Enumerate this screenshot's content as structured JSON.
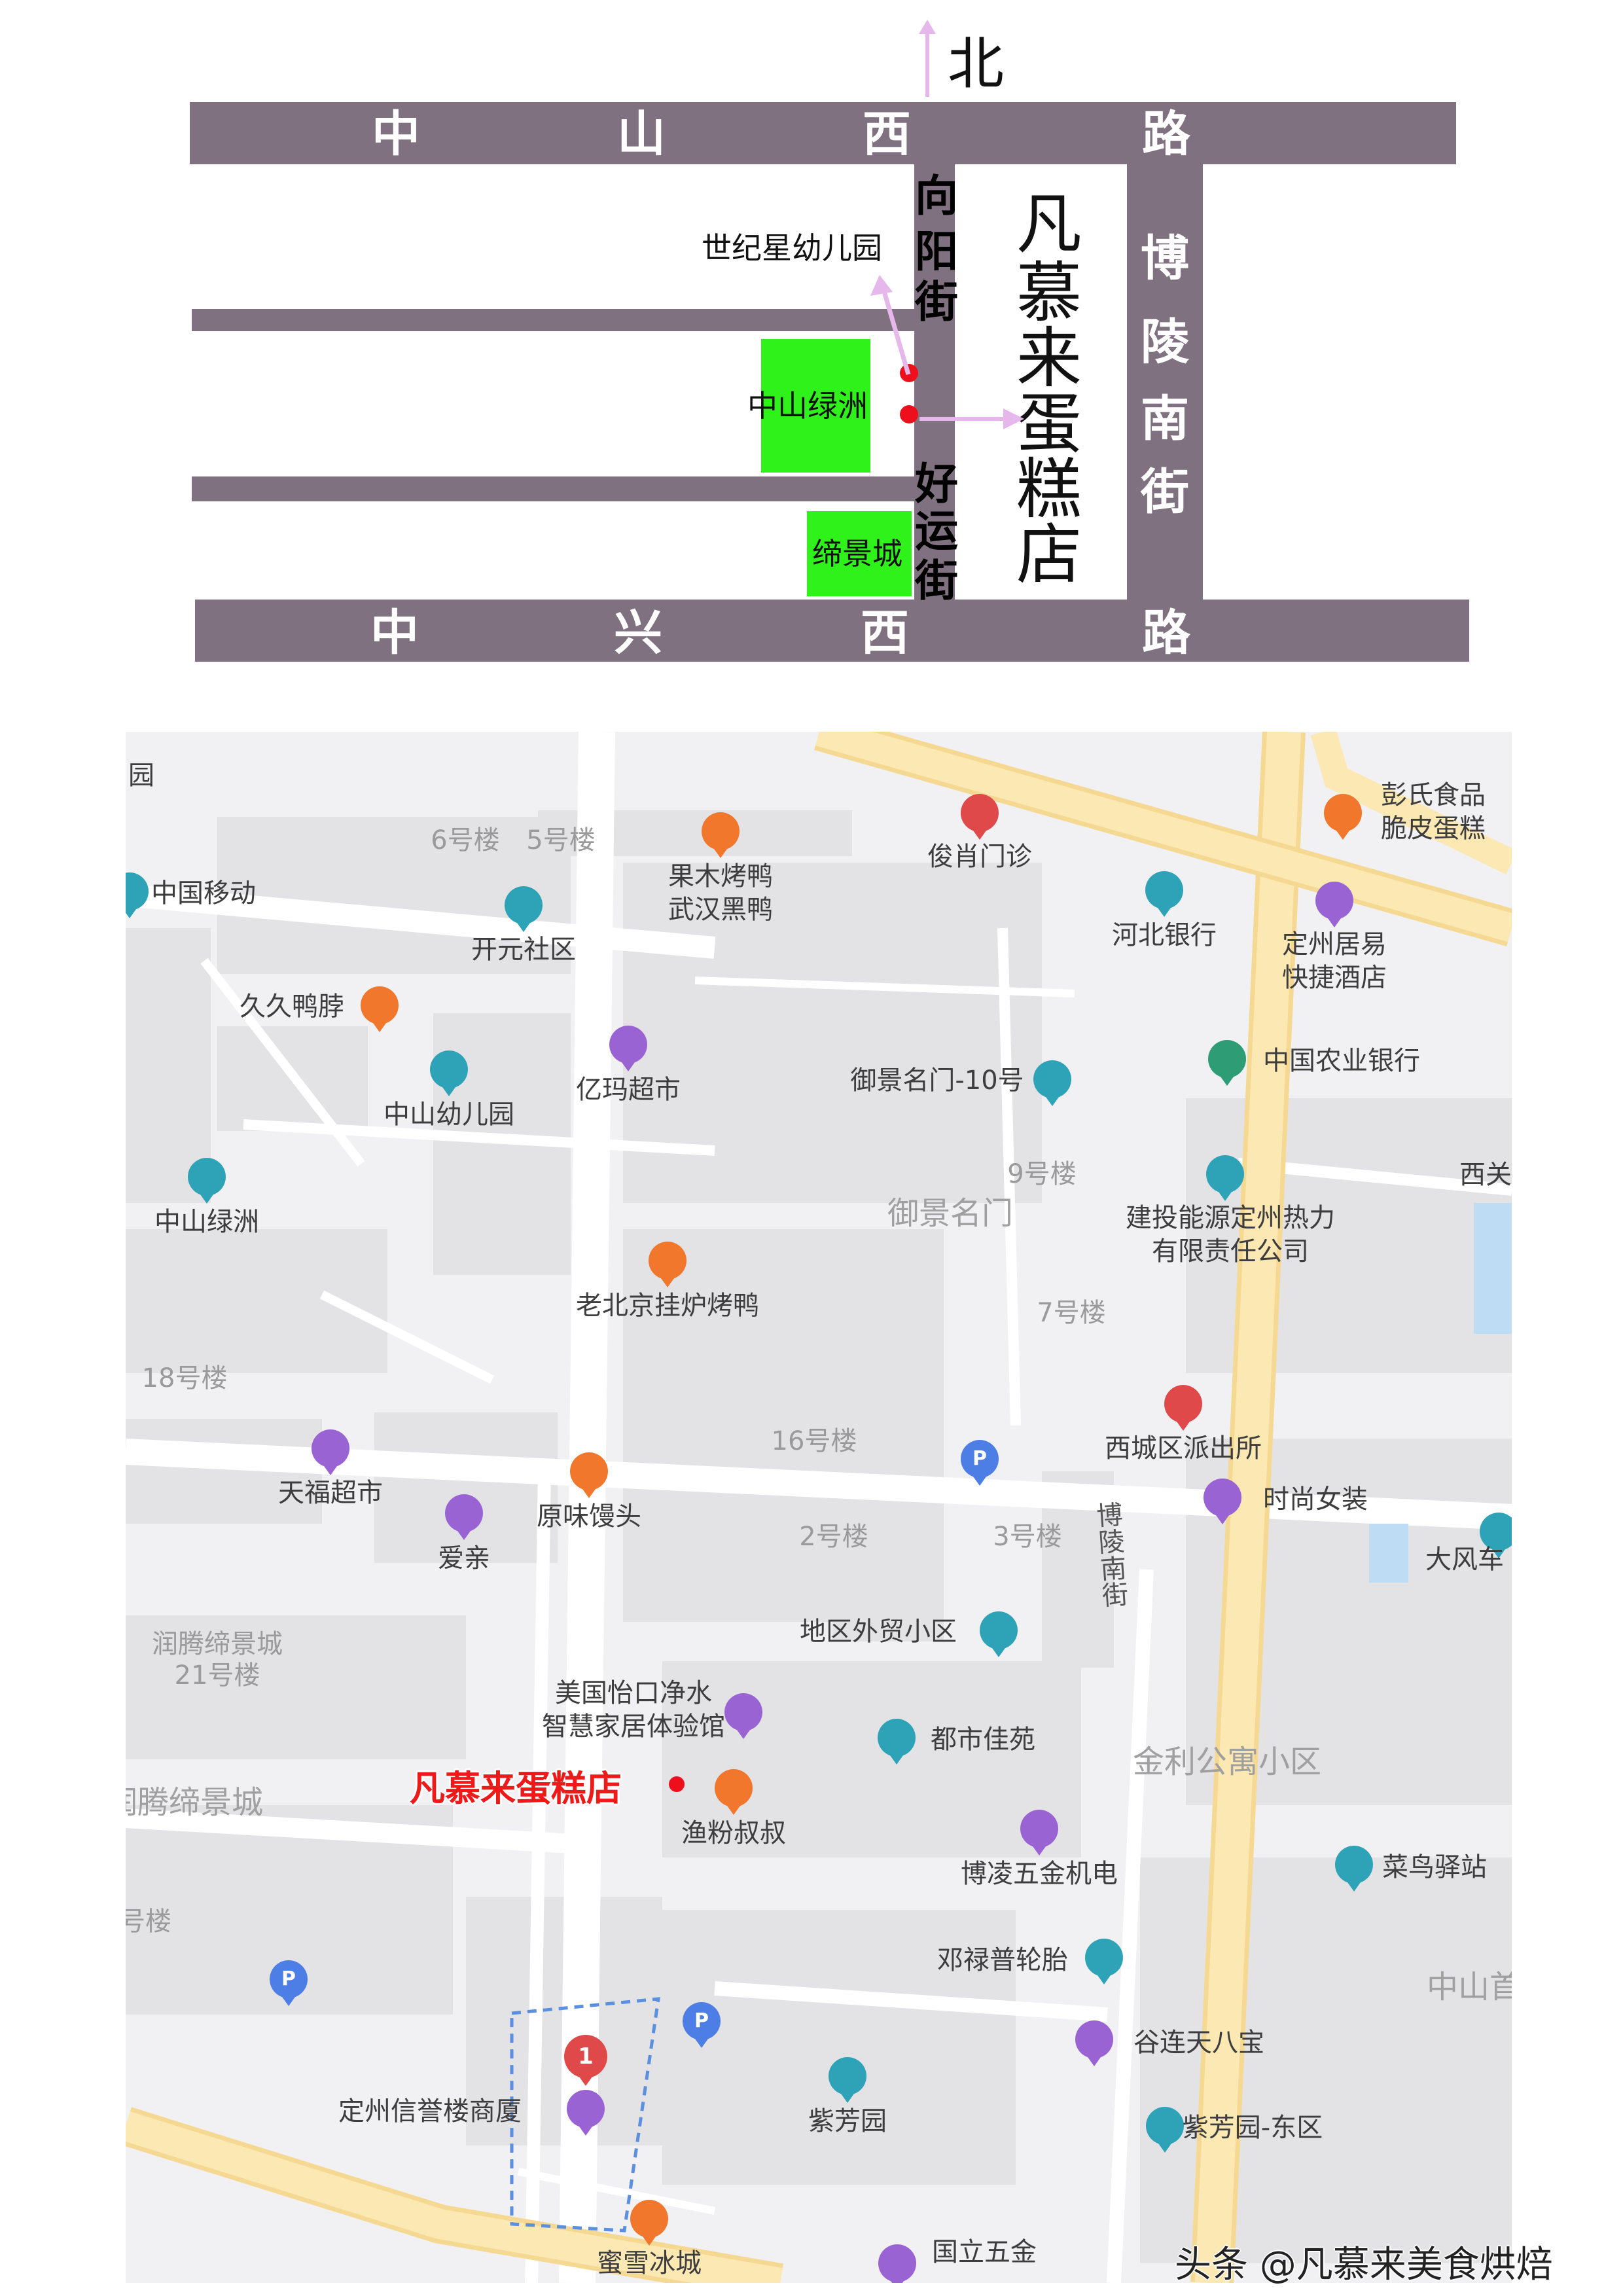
{
  "sketch": {
    "north_label": "北",
    "roads": {
      "zhongshan_west": [
        "中",
        "山",
        "西",
        "路"
      ],
      "zhongxing_west": [
        "中",
        "兴",
        "西",
        "路"
      ],
      "boling_south": [
        "博",
        "陵",
        "南",
        "街"
      ],
      "xiangyang": [
        "向",
        "阳",
        "街"
      ],
      "haoyun": [
        "好",
        "运",
        "街"
      ]
    },
    "shop_name_chars": [
      "凡",
      "慕",
      "来",
      "蛋",
      "糕",
      "店"
    ],
    "kindergarten": "世纪星幼儿园",
    "zhongshan_oasis": "中山绿洲",
    "dijing_city": "缔景城",
    "colors": {
      "road": "#7f717f",
      "green": "#2ef21a",
      "arrow": "#e6b7ea",
      "dot": "#ee0f1c"
    }
  },
  "map": {
    "pois": [
      {
        "name": "园",
        "icon": "none"
      },
      {
        "name": "6号楼",
        "icon": "none"
      },
      {
        "name": "5号楼",
        "icon": "none"
      },
      {
        "name": "果木烤鸭\n武汉黑鸭",
        "icon": "restaurant-icon"
      },
      {
        "name": "俊肖门诊",
        "icon": "clinic-icon"
      },
      {
        "name": "彭氏食品\n脆皮蛋糕",
        "icon": "bakery-icon"
      },
      {
        "name": "中国移动",
        "icon": "building-icon"
      },
      {
        "name": "开元社区",
        "icon": "building-icon"
      },
      {
        "name": "河北银行",
        "icon": "bank-icon"
      },
      {
        "name": "定州居易\n快捷酒店",
        "icon": "hotel-icon"
      },
      {
        "name": "久久鸭脖",
        "icon": "restaurant-icon"
      },
      {
        "name": "中国农业银行",
        "icon": "bank-icon"
      },
      {
        "name": "中山幼儿园",
        "icon": "school-icon"
      },
      {
        "name": "亿玛超市",
        "icon": "shop-icon"
      },
      {
        "name": "御景名门-10号",
        "icon": "building-icon"
      },
      {
        "name": "9号楼",
        "icon": "none"
      },
      {
        "name": "西关",
        "icon": "none"
      },
      {
        "name": "中山绿洲",
        "icon": "building-icon"
      },
      {
        "name": "御景名门",
        "icon": "none"
      },
      {
        "name": "建投能源定州热力\n有限责任公司",
        "icon": "company-icon"
      },
      {
        "name": "老北京挂炉烤鸭",
        "icon": "restaurant-icon"
      },
      {
        "name": "7号楼",
        "icon": "none"
      },
      {
        "name": "18号楼",
        "icon": "none"
      },
      {
        "name": "16号楼",
        "icon": "none"
      },
      {
        "name": "西城区派出所",
        "icon": "police-icon"
      },
      {
        "name": "天福超市",
        "icon": "shop-icon"
      },
      {
        "name": "原味馒头",
        "icon": "food-icon"
      },
      {
        "name": "爱亲",
        "icon": "shop-icon"
      },
      {
        "name": "2号楼",
        "icon": "none"
      },
      {
        "name": "3号楼",
        "icon": "none"
      },
      {
        "name": "时尚女装",
        "icon": "shop-icon"
      },
      {
        "name": "大风车",
        "icon": "school-icon"
      },
      {
        "name": "博\n陵\n南\n街",
        "icon": "none"
      },
      {
        "name": "润腾缔景城\n21号楼",
        "icon": "none"
      },
      {
        "name": "地区外贸小区",
        "icon": "building-icon"
      },
      {
        "name": "美国怡口净水\n智慧家居体验馆",
        "icon": "shop-icon"
      },
      {
        "name": "都市佳苑",
        "icon": "building-icon"
      },
      {
        "name": "金利公寓小区",
        "icon": "none"
      },
      {
        "name": "润腾缔景城",
        "icon": "none"
      },
      {
        "name": "渔粉叔叔",
        "icon": "food-icon"
      },
      {
        "name": "博凌五金机电",
        "icon": "shop-icon"
      },
      {
        "name": "菜鸟驿站",
        "icon": "delivery-icon"
      },
      {
        "name": "号楼",
        "icon": "none"
      },
      {
        "name": "邓禄普轮胎",
        "icon": "car-icon"
      },
      {
        "name": "中山首",
        "icon": "none"
      },
      {
        "name": "谷连天八宝",
        "icon": "shop-icon"
      },
      {
        "name": "定州信誉楼商厦",
        "icon": "mall-icon"
      },
      {
        "name": "紫芳园",
        "icon": "building-icon"
      },
      {
        "name": "紫芳园-东区",
        "icon": "building-icon"
      },
      {
        "name": "蜜雪冰城",
        "icon": "food-icon"
      },
      {
        "name": "国立五金",
        "icon": "shop-icon"
      }
    ],
    "parking_label": "P",
    "marker_label": "1",
    "shop_label": "凡慕来蛋糕店",
    "watermark": "头条 @凡慕来美食烘焙"
  }
}
